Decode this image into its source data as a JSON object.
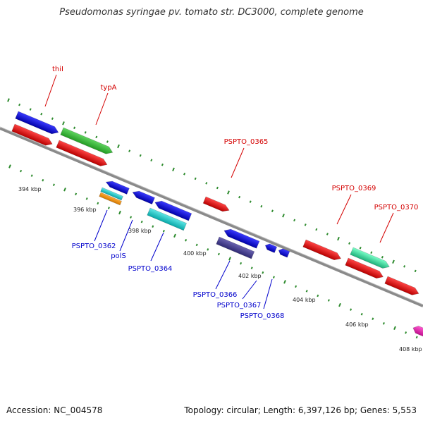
{
  "title": "Pseudomonas syringae pv. tomato str. DC3000, complete genome",
  "footer": {
    "accession": "Accession: NC_004578",
    "summary": "Topology: circular; Length: 6,397,126 bp; Genes: 5,553"
  },
  "colors": {
    "backbone": "#808080",
    "tick": "#228b22",
    "label_forward": "#d40000",
    "label_reverse": "#0000cc"
  },
  "ticks": [
    {
      "label": "394 kbp"
    },
    {
      "label": "396 kbp"
    },
    {
      "label": "398 kbp"
    },
    {
      "label": "400 kbp"
    },
    {
      "label": "402 kbp"
    },
    {
      "label": "404 kbp"
    },
    {
      "label": "406 kbp"
    },
    {
      "label": "408 kbp"
    }
  ],
  "labels": [
    {
      "text": "thiI",
      "strand": "forward"
    },
    {
      "text": "typA",
      "strand": "forward"
    },
    {
      "text": "PSPTO_0365",
      "strand": "forward"
    },
    {
      "text": "PSPTO_0369",
      "strand": "forward"
    },
    {
      "text": "PSPTO_0370",
      "strand": "forward"
    },
    {
      "text": "PSPTO_0362",
      "strand": "reverse"
    },
    {
      "text": "polS",
      "strand": "reverse"
    },
    {
      "text": "PSPTO_0364",
      "strand": "reverse"
    },
    {
      "text": "PSPTO_0366",
      "strand": "reverse"
    },
    {
      "text": "PSPTO_0367",
      "strand": "reverse"
    },
    {
      "text": "PSPTO_0368",
      "strand": "reverse"
    }
  ]
}
